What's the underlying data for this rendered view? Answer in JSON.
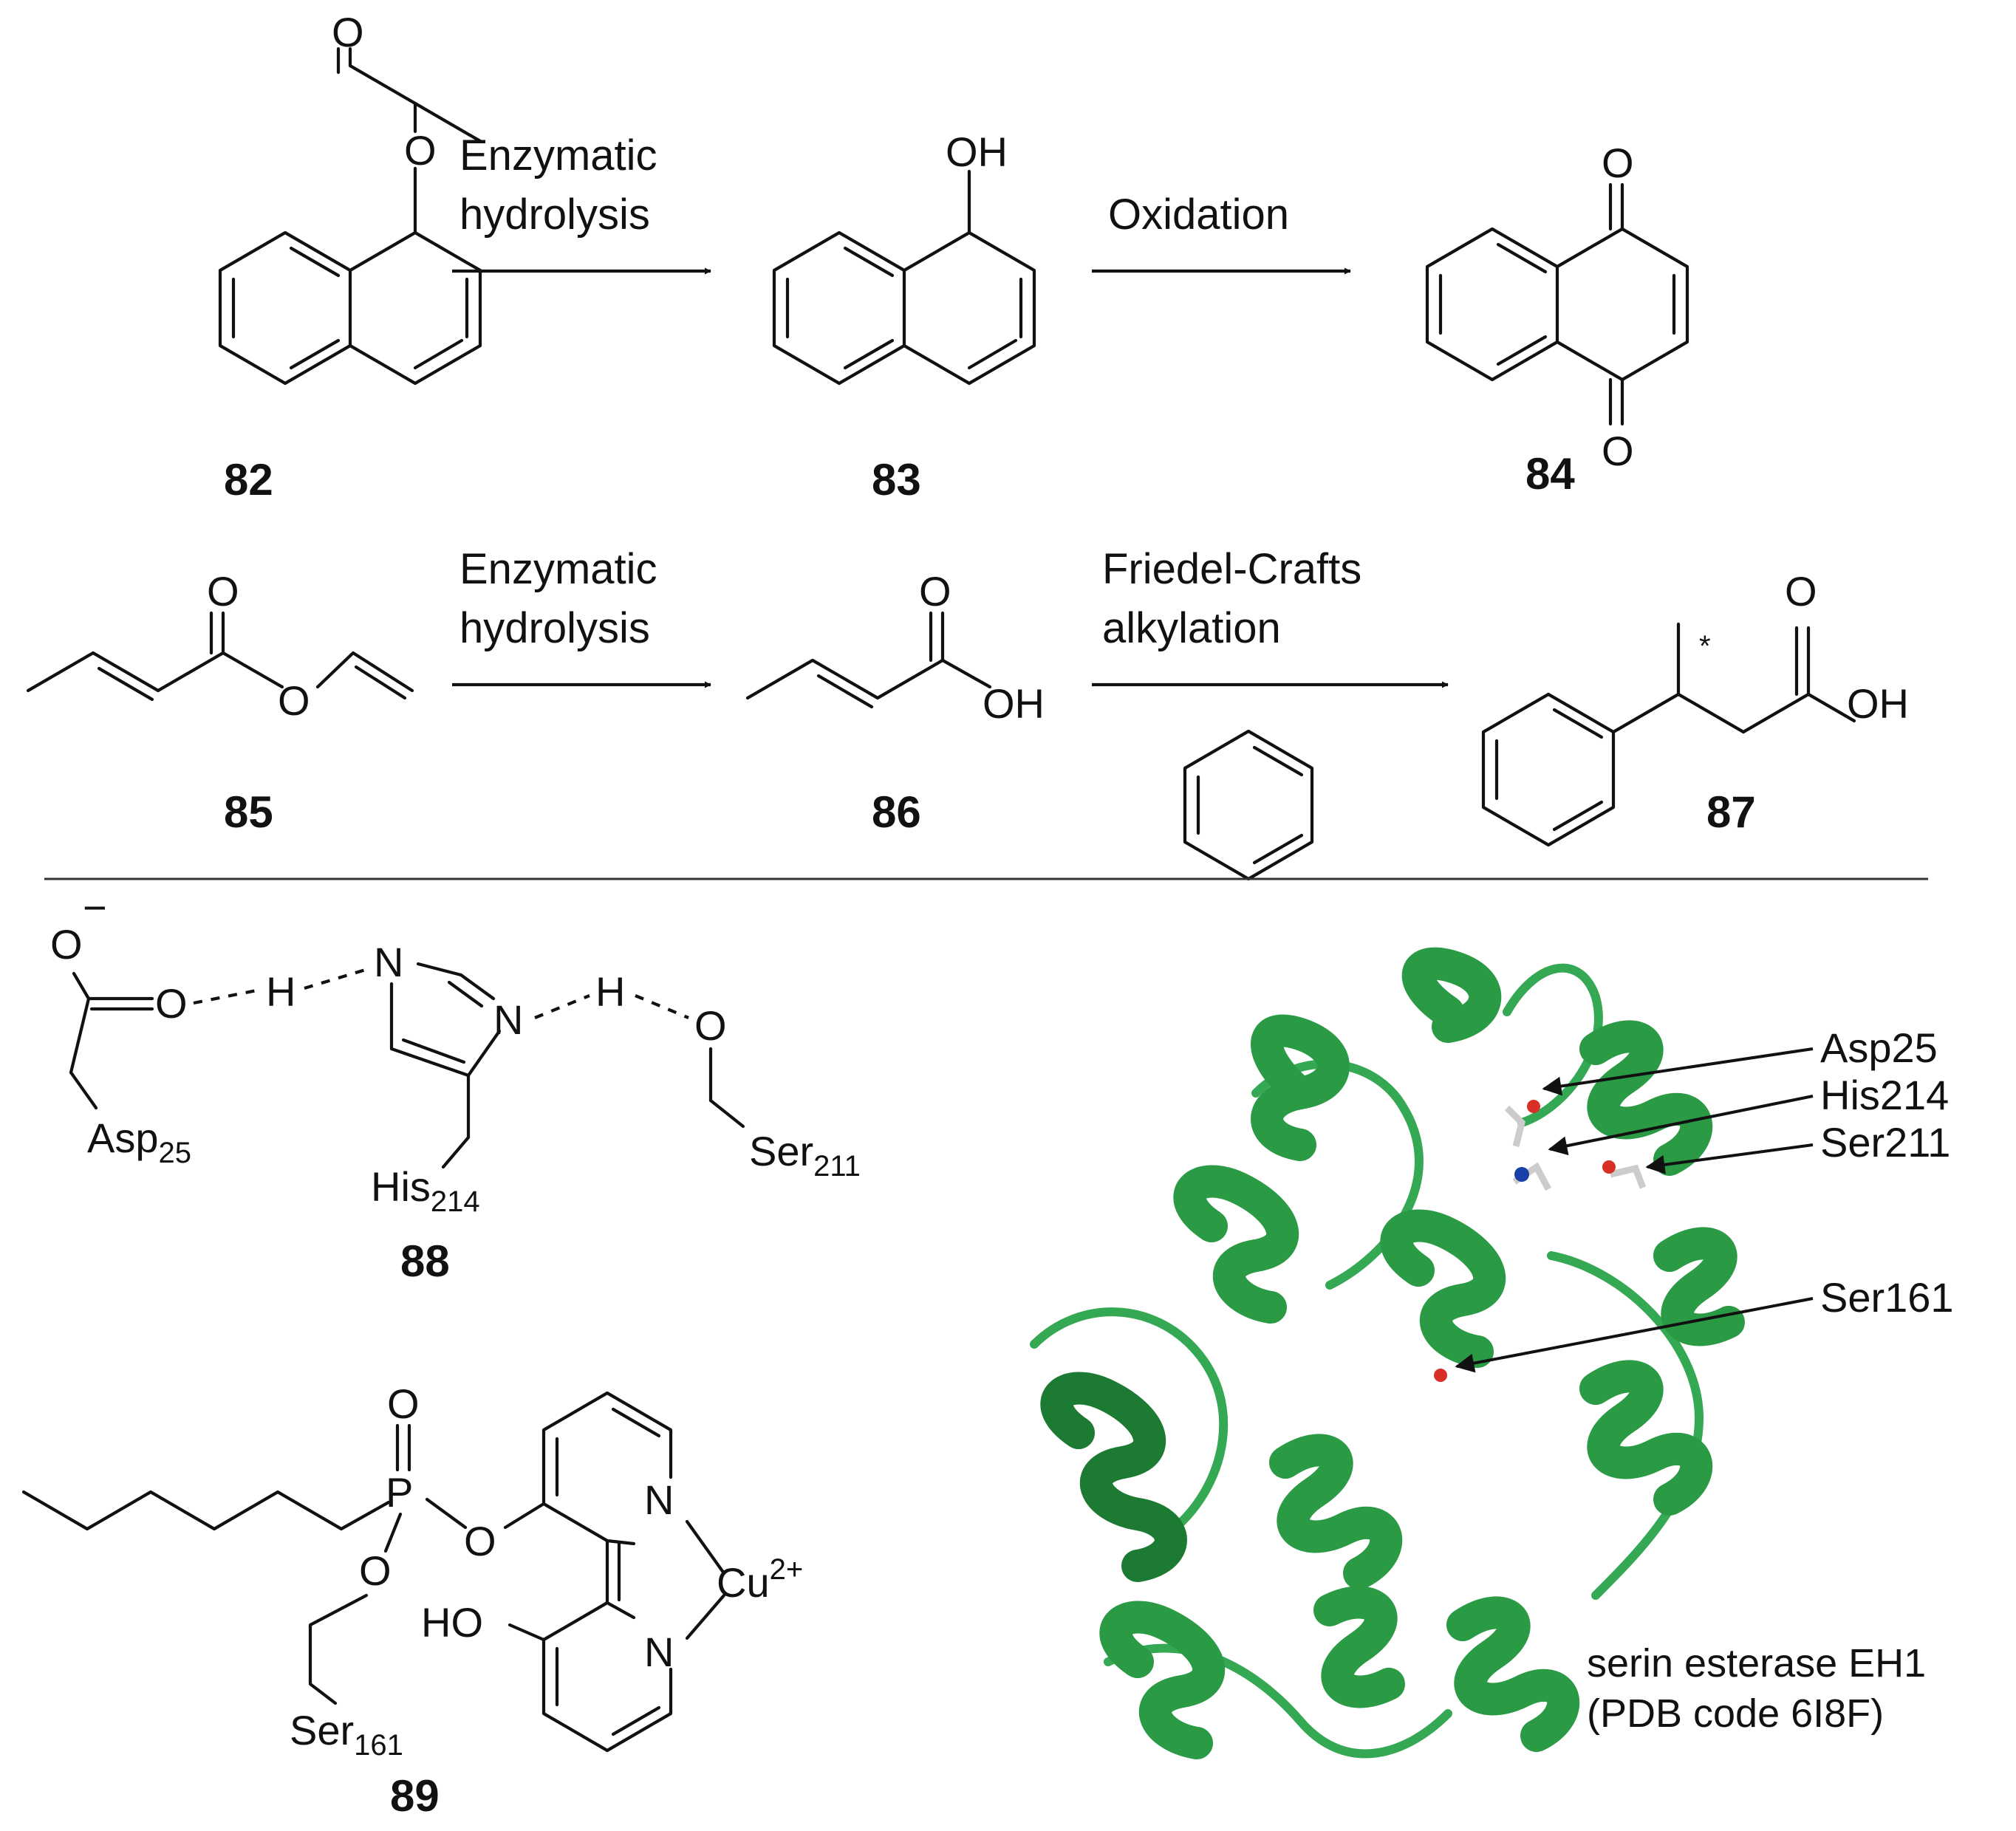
{
  "scheme1": {
    "step1_line1": "Enzymatic",
    "step1_line2": "hydrolysis",
    "step2": "Oxidation",
    "c82": "82",
    "c83": "83",
    "c84": "84"
  },
  "scheme2": {
    "step1_line1": "Enzymatic",
    "step1_line2": "hydrolysis",
    "step2_line1": "Friedel-Crafts",
    "step2_line2": "alkylation",
    "c85": "85",
    "c86": "86",
    "c87": "87",
    "stereo_mark": "*"
  },
  "triad": {
    "asp": "Asp",
    "asp_num": "25",
    "his": "His",
    "his_num": "214",
    "ser": "Ser",
    "ser_num": "211",
    "c88": "88"
  },
  "inhibitor": {
    "ser": "Ser",
    "ser_num": "161",
    "ho": "HO",
    "cu": "Cu",
    "cu_charge": "2+",
    "c89": "89"
  },
  "atoms": {
    "O": "O",
    "OH": "OH",
    "H": "H",
    "N": "N",
    "P": "P",
    "minus": "−"
  },
  "protein": {
    "labels": [
      "Asp25",
      "His214",
      "Ser211",
      "Ser161"
    ],
    "caption_line1": "serin esterase EH1",
    "caption_line2": "(PDB code 6I8F)",
    "ribbon_color": "#2a9a45"
  }
}
